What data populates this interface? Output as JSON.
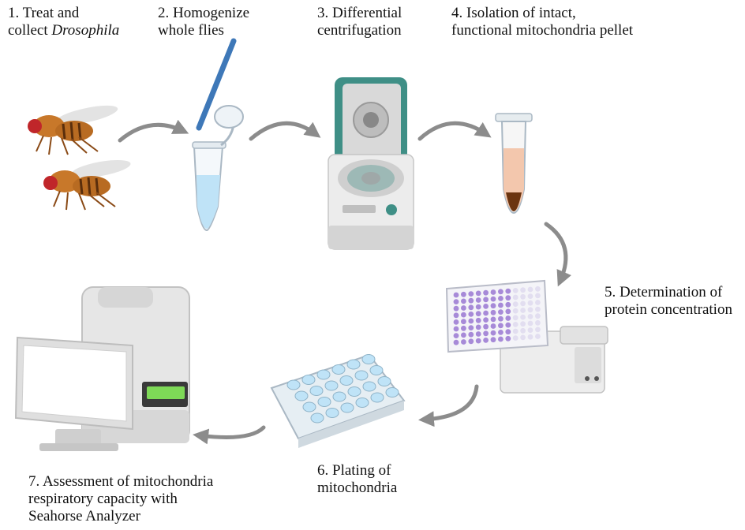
{
  "steps": [
    {
      "number": "1.",
      "lines": [
        "Treat and",
        "collect "
      ],
      "italic": "Drosophila"
    },
    {
      "number": "2.",
      "lines": [
        "Homogenize",
        "whole flies"
      ]
    },
    {
      "number": "3.",
      "lines": [
        "Differential",
        "centrifugation"
      ]
    },
    {
      "number": "4.",
      "lines": [
        "Isolation of intact,",
        "functional mitochondria pellet"
      ]
    },
    {
      "number": "5.",
      "lines": [
        "Determination of",
        "protein concentration"
      ]
    },
    {
      "number": "6.",
      "lines": [
        "Plating of",
        "mitochondria"
      ]
    },
    {
      "number": "7.",
      "lines": [
        "Assessment of mitochondria",
        "respiratory capacity with",
        "Seahorse Analyzer"
      ]
    }
  ],
  "colors": {
    "arrow": "#8c8c8c",
    "fly_body": "#c8782a",
    "fly_eye": "#c0262a",
    "buffer": "#bfe3f7",
    "pellet": "#6b3410",
    "centrifuge_lid": "#3f8f86",
    "plate_well": "#a78ad8",
    "seahorse_plate": "#7ed957"
  }
}
